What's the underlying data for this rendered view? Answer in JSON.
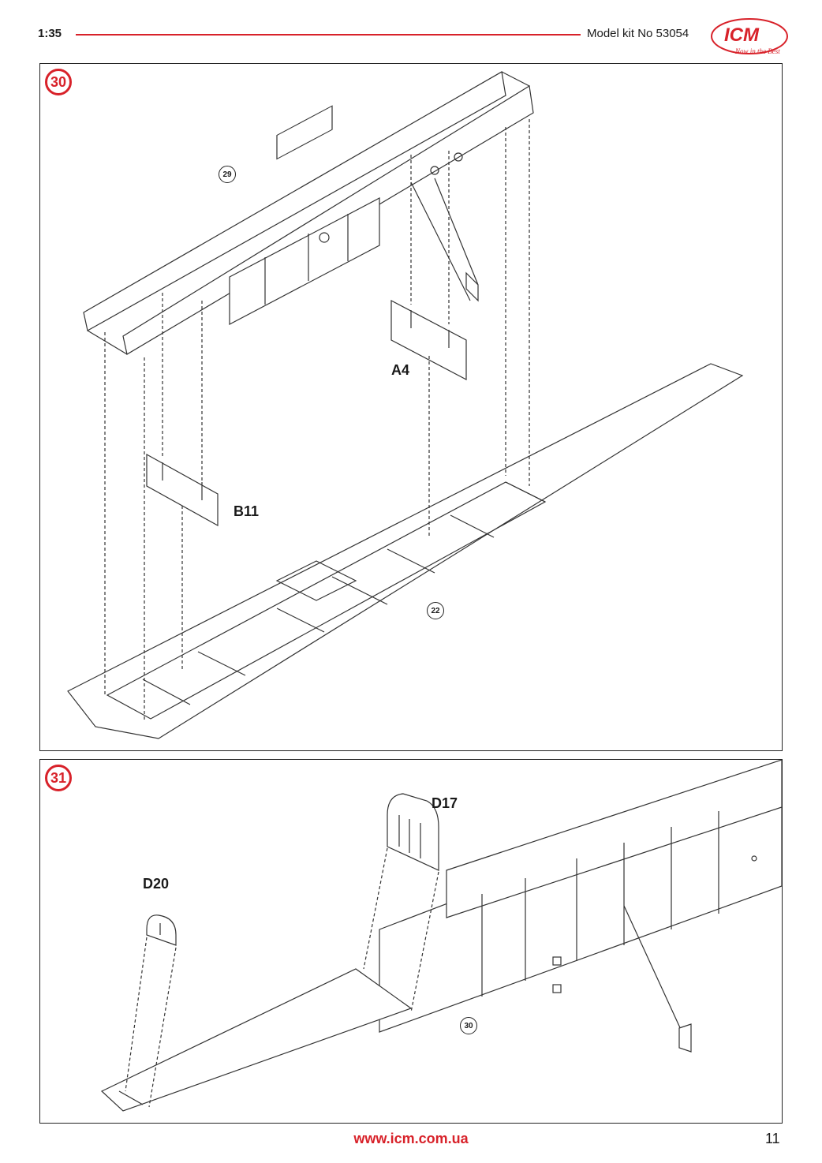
{
  "header": {
    "scale": "1:35",
    "kit": "Model kit No 53054",
    "logo": {
      "name": "ICM",
      "tagline": "Now in the Best"
    },
    "accent_color": "#d8222a"
  },
  "steps": [
    {
      "number": "30",
      "part_labels": [
        "A4",
        "B11"
      ],
      "sub_refs": [
        "29",
        "22"
      ]
    },
    {
      "number": "31",
      "part_labels": [
        "D17",
        "D20"
      ],
      "sub_refs": [
        "30"
      ]
    }
  ],
  "footer": {
    "url": "www.icm.com.ua",
    "page_number": "11"
  }
}
